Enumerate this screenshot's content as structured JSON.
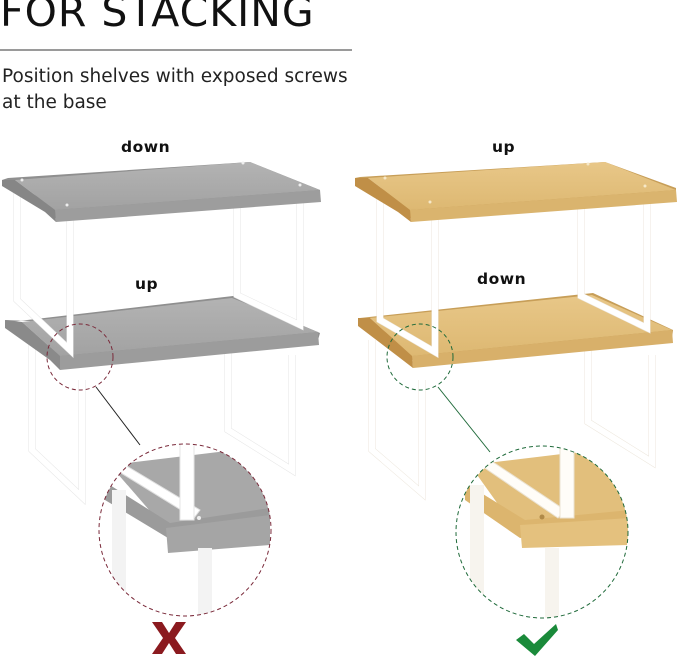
{
  "header": {
    "title": "FOR STACKING",
    "subtitle": "Position shelves with exposed screws at the base"
  },
  "panels": [
    {
      "id": "incorrect",
      "top_label": "down",
      "bottom_label": "up",
      "shelf_color": "#a9a9a9",
      "callout_color": "#7a2a3a",
      "verdict": "incorrect",
      "verdict_icon": "x-mark-icon",
      "verdict_color": "#8b1a1f"
    },
    {
      "id": "correct",
      "top_label": "up",
      "bottom_label": "down",
      "shelf_color": "#e2bf7c",
      "callout_color": "#1f6a3a",
      "verdict": "correct",
      "verdict_icon": "check-mark-icon",
      "verdict_color": "#1a8a3a"
    }
  ]
}
